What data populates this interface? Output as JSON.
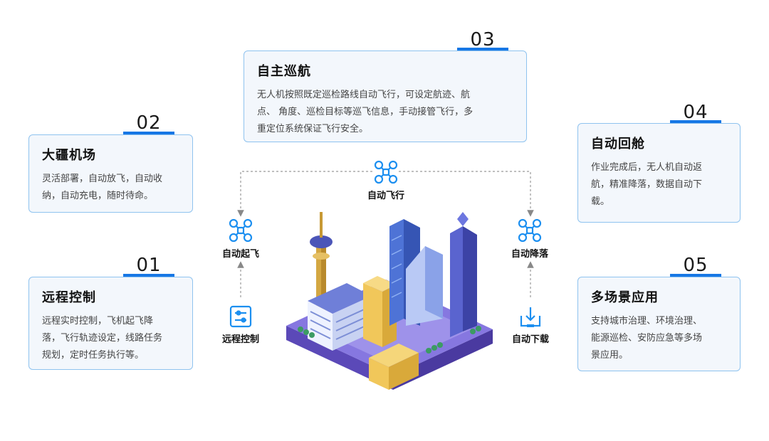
{
  "colors": {
    "accent": "#1677e5",
    "card_border": "#8fc3ef",
    "card_bg": "#f3f7fc",
    "icon": "#1c8ff0"
  },
  "cards": [
    {
      "num": "01",
      "title": "远程控制",
      "lines": [
        "远程实时控制，飞机起飞降",
        "落，飞行轨迹设定，线路任务",
        "规划，定时任务执行等。"
      ]
    },
    {
      "num": "02",
      "title": "大疆机场",
      "lines": [
        "灵活部署，自动放飞，自动收",
        "纳，自动充电，随时待命。"
      ]
    },
    {
      "num": "03",
      "title": "自主巡航",
      "lines": [
        "无人机按照既定巡检路线自动飞行，可设定航迹、航",
        "点、 角度、巡检目标等巡飞信息，手动接管飞行，多",
        "重定位系统保证飞行安全。"
      ]
    },
    {
      "num": "04",
      "title": "自动回舱",
      "lines": [
        "作业完成后，无人机自动返",
        "航，精准降落，数据自动下",
        "载。"
      ]
    },
    {
      "num": "05",
      "title": "多场景应用",
      "lines": [
        "支持城市治理、环境治理、",
        "能源巡检、安防应急等多场",
        "景应用。"
      ]
    }
  ],
  "flow": {
    "auto_fly": {
      "label": "自动飞行",
      "icon": "drone-icon"
    },
    "takeoff": {
      "label": "自动起飞",
      "icon": "drone-icon"
    },
    "landing": {
      "label": "自动降落",
      "icon": "drone-icon"
    },
    "remote": {
      "label": "远程控制",
      "icon": "remote-control-icon"
    },
    "download": {
      "label": "自动下载",
      "icon": "download-icon"
    }
  }
}
